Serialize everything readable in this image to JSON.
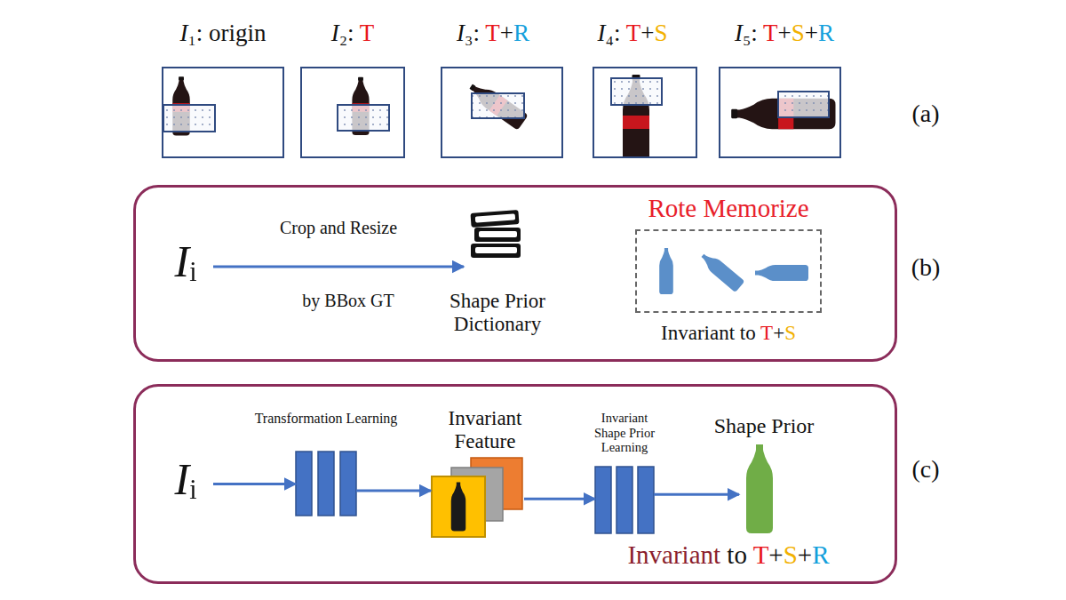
{
  "diagram": {
    "nodes": [
      {
        "text": [
          "I₁: origin"
        ]
      },
      {
        "text": [
          "I₂: T"
        ]
      },
      {
        "text": [
          "I₃: T+R"
        ]
      },
      {
        "text": [
          "I₄: T+S"
        ]
      },
      {
        "text": [
          "I₅: T+S+R"
        ]
      },
      {
        "text": [
          "(b)"
        ]
      },
      {
        "text": [
          "Iᵢ"
        ],
        "in": 5
      },
      {
        "text": [
          "Shape Prior Dictionary"
        ],
        "in": 5
      },
      {
        "text": [
          "Rote Memorize",
          "Invariant to T+S"
        ],
        "in": 5
      },
      {
        "text": [
          "(c)"
        ]
      },
      {
        "text": [
          "Iᵢ"
        ],
        "in": 9
      },
      {
        "text": [
          "Transformation Learning"
        ],
        "in": 9
      },
      {
        "text": [
          "Invariant Feature"
        ],
        "in": 9
      },
      {
        "text": [
          "Invariant Shape Prior Learning"
        ],
        "in": 9
      },
      {
        "text": [
          "Shape Prior"
        ],
        "in": 9
      }
    ],
    "edges": [
      {
        "from": 6,
        "to": 7,
        "label": "Crop and Resize",
        "arrow": "to"
      },
      {
        "from": 10,
        "to": 11,
        "arrow": "to"
      },
      {
        "from": 11,
        "to": 12,
        "arrow": "to"
      },
      {
        "from": 12,
        "to": 13,
        "arrow": "to"
      },
      {
        "from": 13,
        "to": 14,
        "arrow": "to"
      }
    ],
    "labels": [
      "(a)",
      "by BBox GT",
      "Invariant to T+S+R"
    ]
  }
}
